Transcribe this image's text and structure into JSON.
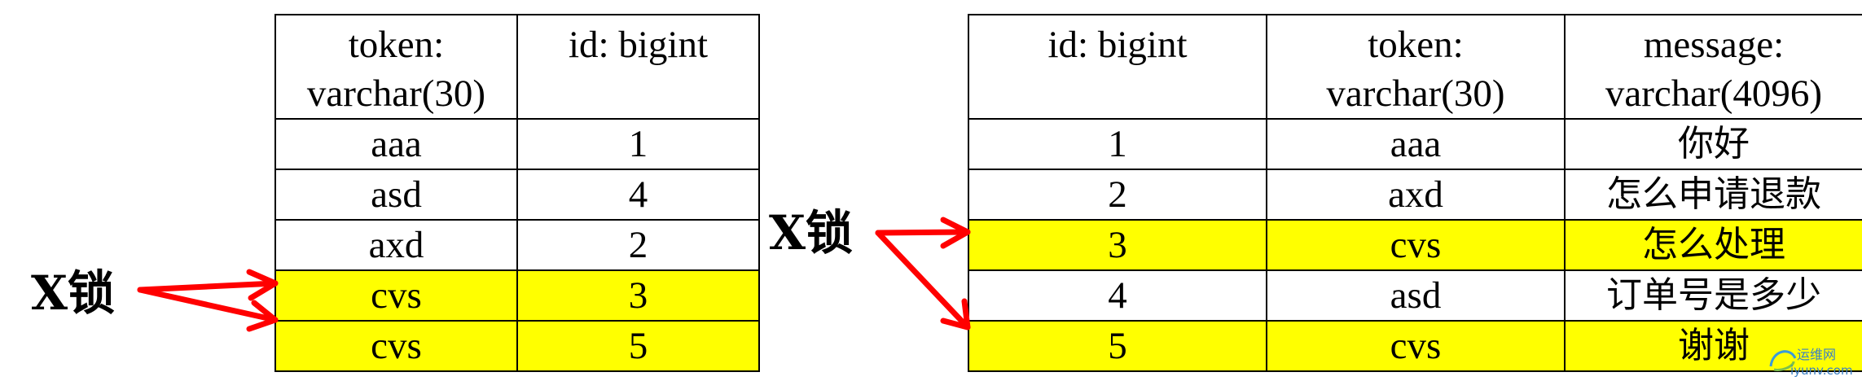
{
  "left_table": {
    "headers": [
      [
        "token:",
        "varchar(30)"
      ],
      [
        "id: bigint"
      ]
    ],
    "rows": [
      {
        "cells": [
          "aaa",
          "1"
        ],
        "highlight": false
      },
      {
        "cells": [
          "asd",
          "4"
        ],
        "highlight": false
      },
      {
        "cells": [
          "axd",
          "2"
        ],
        "highlight": false
      },
      {
        "cells": [
          "cvs",
          "3"
        ],
        "highlight": true
      },
      {
        "cells": [
          "cvs",
          "5"
        ],
        "highlight": true
      }
    ]
  },
  "right_table": {
    "headers": [
      [
        "id: bigint"
      ],
      [
        "token:",
        "varchar(30)"
      ],
      [
        "message:",
        "varchar(4096)"
      ]
    ],
    "rows": [
      {
        "cells": [
          "1",
          "aaa",
          "你好"
        ],
        "highlight": false
      },
      {
        "cells": [
          "2",
          "axd",
          "怎么申请退款"
        ],
        "highlight": false
      },
      {
        "cells": [
          "3",
          "cvs",
          "怎么处理"
        ],
        "highlight": true
      },
      {
        "cells": [
          "4",
          "asd",
          "订单号是多少"
        ],
        "highlight": false
      },
      {
        "cells": [
          "5",
          "cvs",
          "谢谢"
        ],
        "highlight": true
      }
    ]
  },
  "labels": {
    "lock_left": "X锁",
    "lock_right": "X锁"
  },
  "watermark": {
    "line1": "运维网",
    "line2": "iyunv.com"
  },
  "colors": {
    "highlight": "#ffff00",
    "arrow": "#ff0000",
    "border": "#000000"
  }
}
